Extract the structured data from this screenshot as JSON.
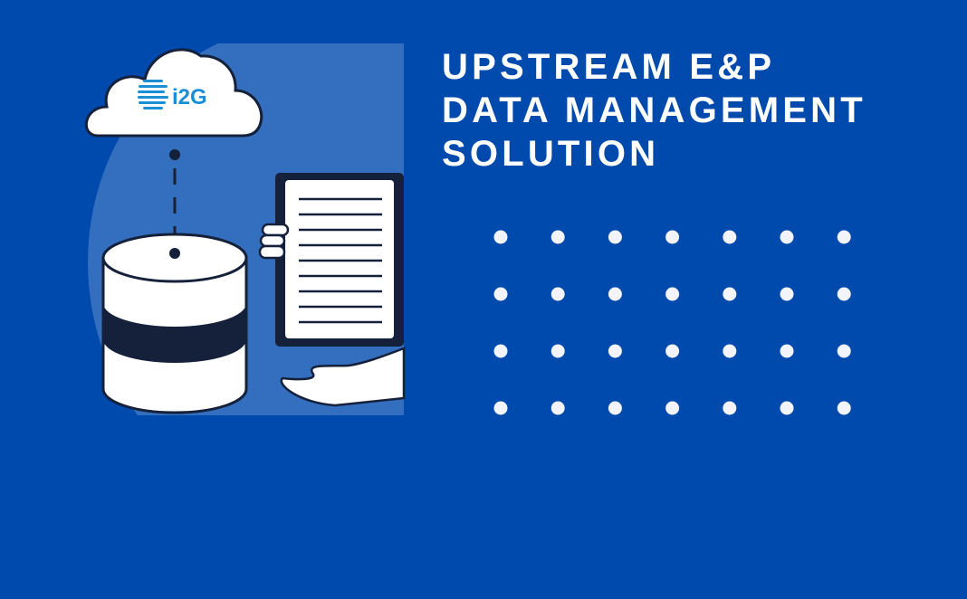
{
  "headline": {
    "lines": [
      "UPSTREAM E&P",
      "DATA MANAGEMENT",
      "SOLUTION"
    ]
  },
  "logo": {
    "text": "i2G"
  },
  "decor": {
    "dot_rows": 4,
    "dot_cols": 7
  },
  "colors": {
    "background": "#0049ad",
    "panel": "#336fbe",
    "dark": "#15203a",
    "white": "#ffffff",
    "logo_blue": "#1a8fd6"
  }
}
